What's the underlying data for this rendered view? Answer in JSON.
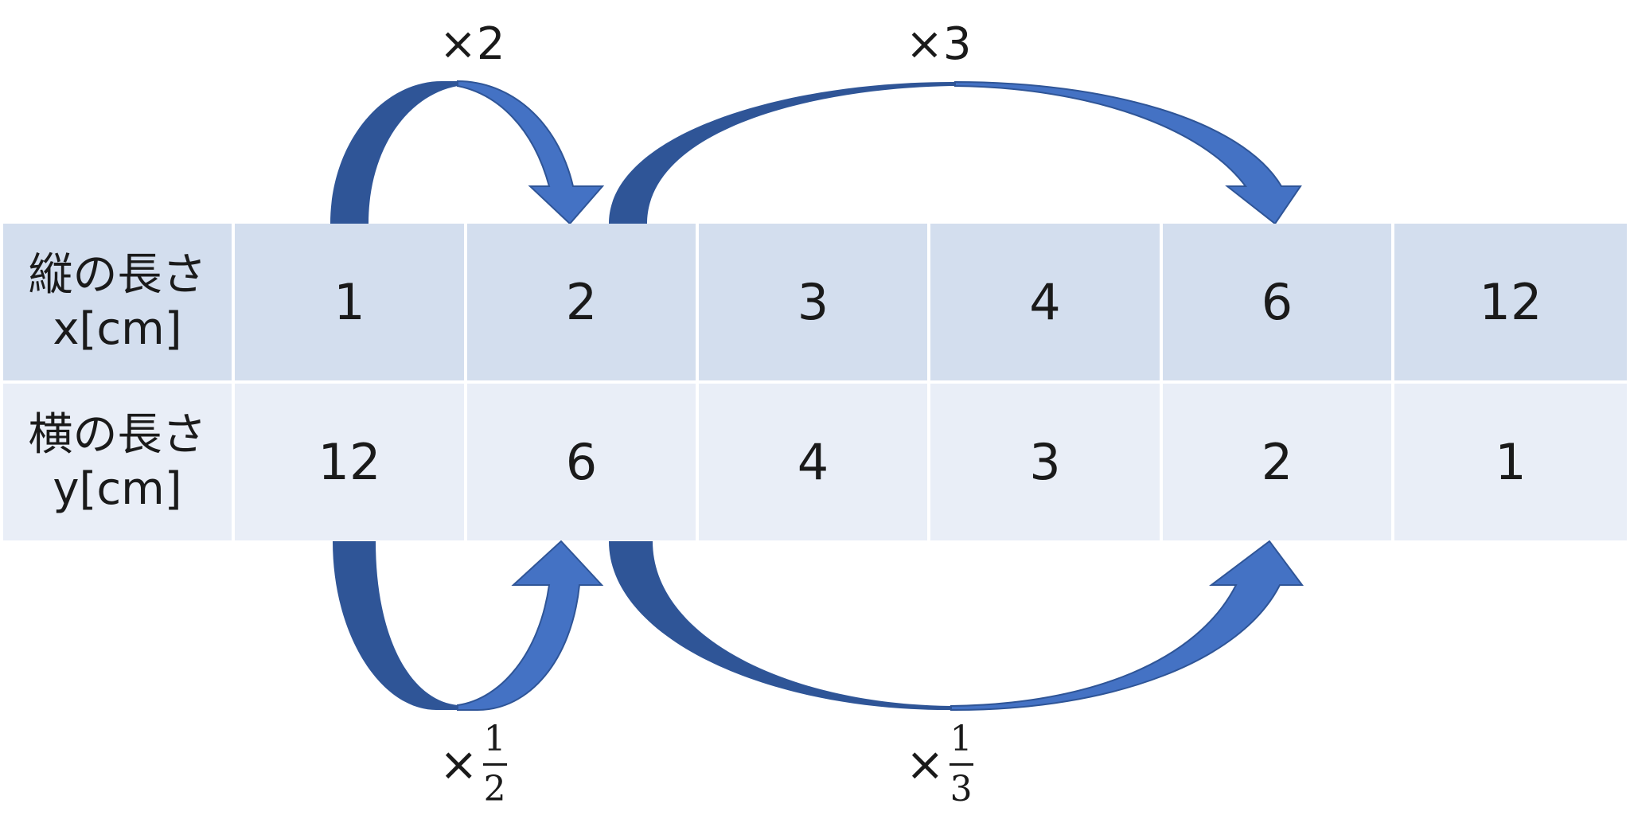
{
  "table": {
    "row_x": {
      "header_line1": "縦の長さ",
      "header_line2": "x[cm]",
      "values": [
        "1",
        "2",
        "3",
        "4",
        "6",
        "12"
      ]
    },
    "row_y": {
      "header_line1": "横の長さ",
      "header_line2": "y[cm]",
      "values": [
        "12",
        "6",
        "4",
        "3",
        "2",
        "1"
      ]
    }
  },
  "arrows": {
    "top_small": {
      "label": "×2"
    },
    "top_large": {
      "label": "×3"
    },
    "bottom_small": {
      "times": "×",
      "numerator": "1",
      "denominator": "2"
    },
    "bottom_large": {
      "times": "×",
      "numerator": "1",
      "denominator": "3"
    }
  },
  "colors": {
    "row_x_fill": "#d3deee",
    "row_y_fill": "#e9eef7",
    "arrow_light": "#4472c4",
    "arrow_dark": "#2f5597"
  }
}
